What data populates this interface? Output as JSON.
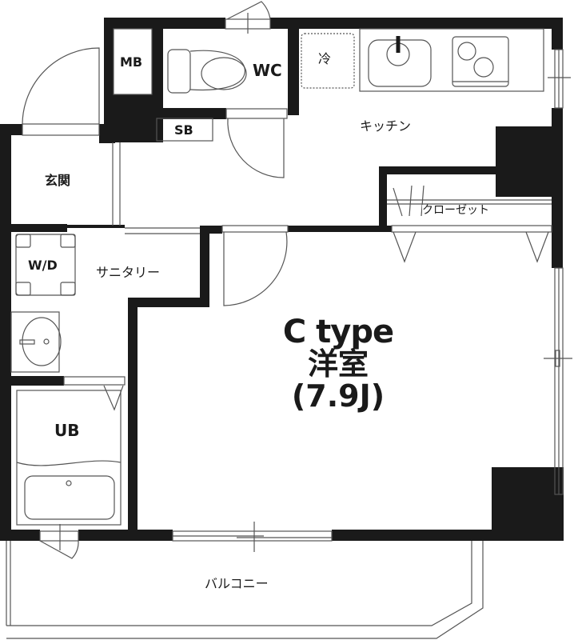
{
  "plan": {
    "type_title": "C type",
    "main_room": {
      "name": "洋室",
      "size": "(7.9J)"
    },
    "rooms": {
      "mb": "MB",
      "wc": "WC",
      "sb": "SB",
      "fridge": "冷",
      "kitchen": "キッチン",
      "entrance": "玄関",
      "closet": "クローゼット",
      "washer_dryer": "W/D",
      "sanitary": "サニタリー",
      "unit_bath": "UB",
      "balcony": "バルコニー"
    },
    "colors": {
      "wall": "#1a1a1a",
      "line": "#555555",
      "background": "#ffffff"
    }
  }
}
